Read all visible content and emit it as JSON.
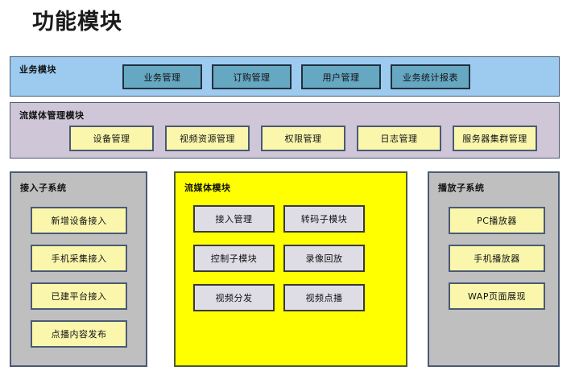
{
  "page": {
    "title": "功能模块",
    "background_color": "#ffffff"
  },
  "bands": [
    {
      "id": "business",
      "label": "业务模块",
      "background_color": "#9dcbf0",
      "button_color": "#66a7c2",
      "buttons": [
        "业务管理",
        "订购管理",
        "用户管理",
        "业务统计报表"
      ]
    },
    {
      "id": "stream_management",
      "label": "流媒体管理模块",
      "background_color": "#cfc6d8",
      "button_color": "#faf7ad",
      "buttons": [
        "设备管理",
        "视频资源管理",
        "权限管理",
        "日志管理",
        "服务器集群管理"
      ]
    }
  ],
  "panels": [
    {
      "id": "access_subsystem",
      "label": "接入子系统",
      "background_color": "#bfbfbf",
      "item_color": "#faf7ad",
      "items": [
        "新增设备接入",
        "手机采集接入",
        "已建平台接入",
        "点播内容发布"
      ]
    },
    {
      "id": "stream_module",
      "label": "流媒体模块",
      "background_color": "#ffff00",
      "item_color": "#dedce4",
      "items": [
        "接入管理",
        "转码子模块",
        "控制子模块",
        "录像回放",
        "视频分发",
        "视频点播"
      ]
    },
    {
      "id": "play_subsystem",
      "label": "播放子系统",
      "background_color": "#bfbfbf",
      "item_color": "#faf7ad",
      "items": [
        "PC播放器",
        "手机播放器",
        "WAP页面展现"
      ]
    }
  ]
}
